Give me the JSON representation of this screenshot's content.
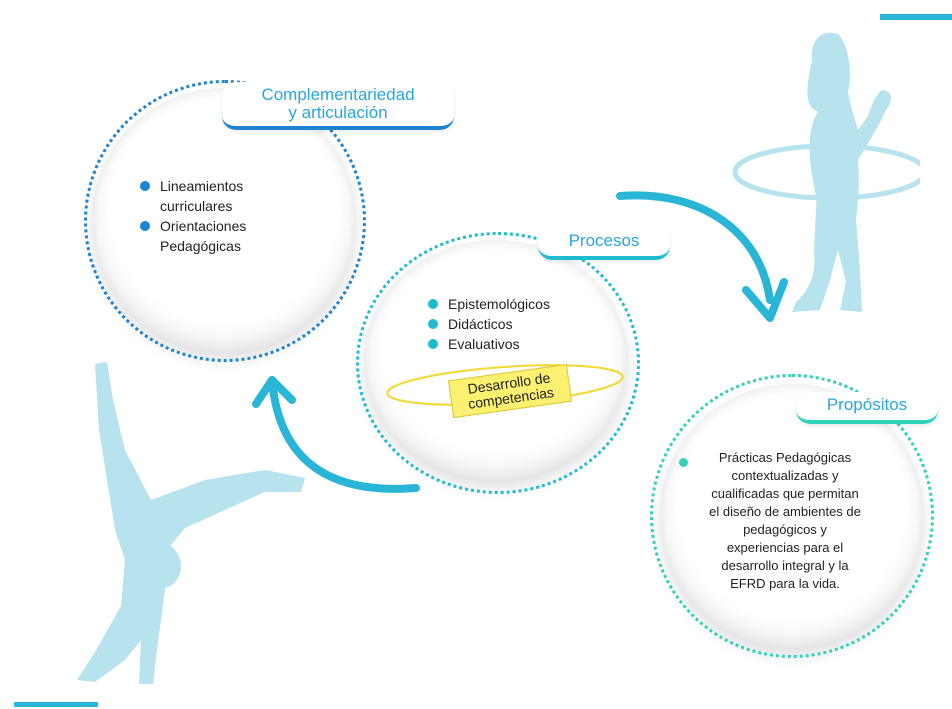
{
  "colors": {
    "accent_blue": "#1f83cf",
    "accent_teal": "#1fbcd0",
    "accent_green": "#2fd3b8",
    "silhouette": "#b7e3ee",
    "note_yellow": "#fcf070"
  },
  "nodes": {
    "complementariedad": {
      "title_line1": "Complementariedad",
      "title_line2": "y articulación",
      "items": [
        "Lineamientos curriculares",
        "Orientaciones Pedagógicas"
      ]
    },
    "procesos": {
      "title": "Procesos",
      "items": [
        "Epistemológicos",
        "Didácticos",
        "Evaluativos"
      ],
      "note_line1": "Desarrollo de",
      "note_line2": "competencias"
    },
    "propositos": {
      "title": "Propósitos",
      "text_lines": [
        "Prácticas Pedagógicas",
        "contextualizadas y",
        "cualificadas que permitan",
        "el diseño de ambientes de",
        "pedagógicos y",
        "experiencias para el",
        "desarrollo integral y la",
        "EFRD para la vida."
      ]
    }
  },
  "decor": {
    "silhouette_right": "hula-hoop-girl-silhouette-icon",
    "silhouette_left": "cartwheel-silhouette-icon"
  }
}
